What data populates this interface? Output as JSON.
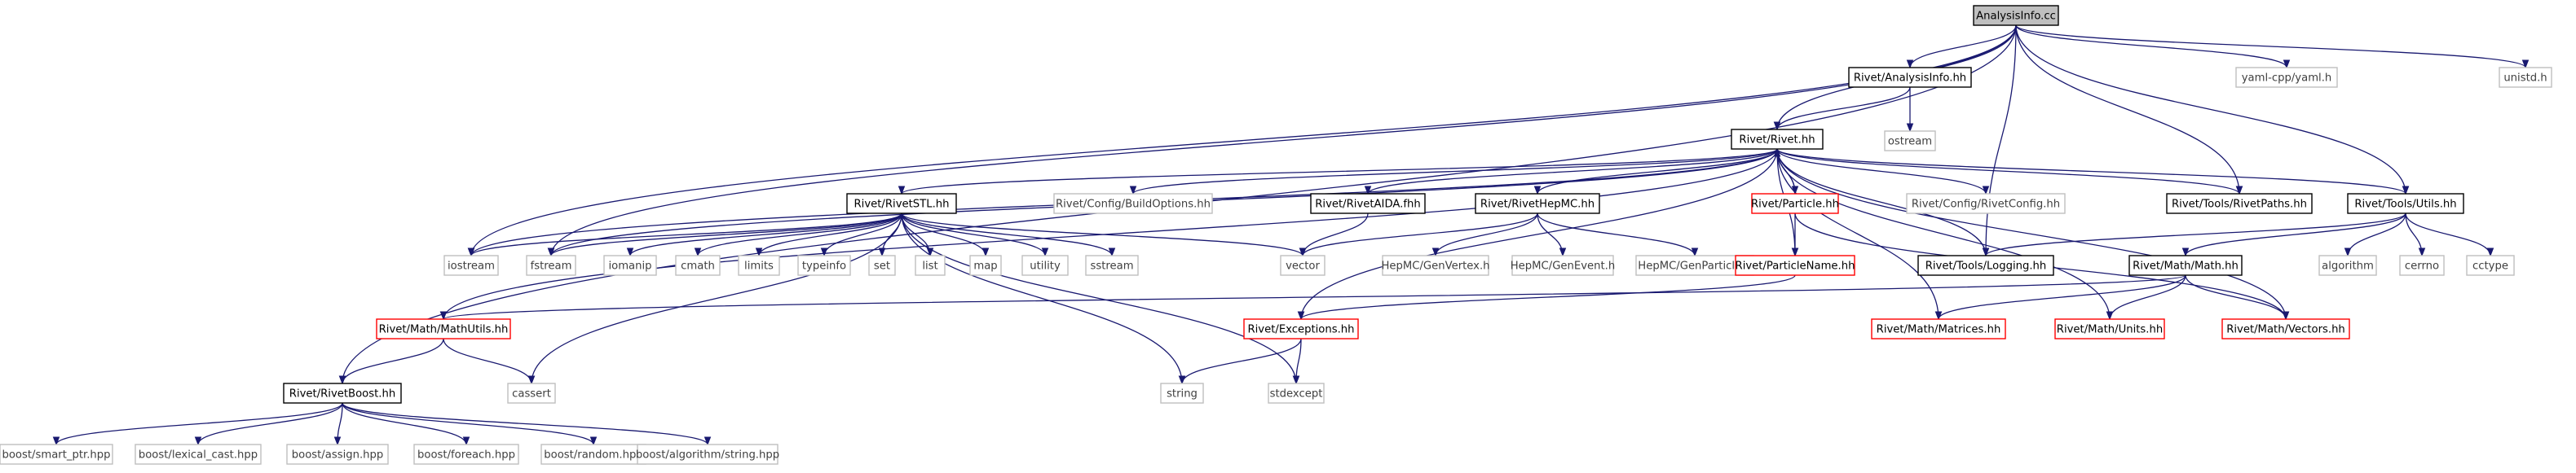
{
  "colors": {
    "edge": "#191970",
    "normal_border": "#000000",
    "external_border": "#bfbfbf",
    "external_text": "#3f3f3f",
    "missing_border": "#ff0000",
    "root_fill": "#bfbfbf"
  },
  "nodes": [
    {
      "id": "root",
      "label": "AnalysisInfo.cc",
      "style": "root"
    },
    {
      "id": "analysisinfo_hh",
      "label": "Rivet/AnalysisInfo.hh",
      "style": "normal"
    },
    {
      "id": "yamlcpp",
      "label": "yaml-cpp/yaml.h",
      "style": "ext"
    },
    {
      "id": "unistd",
      "label": "unistd.h",
      "style": "ext"
    },
    {
      "id": "ostream",
      "label": "ostream",
      "style": "ext"
    },
    {
      "id": "rivet_hh",
      "label": "Rivet/Rivet.hh",
      "style": "normal"
    },
    {
      "id": "riveststl",
      "label": "Rivet/RivetSTL.hh",
      "style": "normal"
    },
    {
      "id": "buildopts",
      "label": "Rivet/Config/BuildOptions.hh",
      "style": "ext"
    },
    {
      "id": "rivetaida",
      "label": "Rivet/RivetAIDA.fhh",
      "style": "normal"
    },
    {
      "id": "rivethepmc",
      "label": "Rivet/RivetHepMC.hh",
      "style": "normal"
    },
    {
      "id": "particle",
      "label": "Rivet/Particle.hh",
      "style": "red"
    },
    {
      "id": "rivetconfig",
      "label": "Rivet/Config/RivetConfig.hh",
      "style": "ext"
    },
    {
      "id": "rivetpaths",
      "label": "Rivet/Tools/RivetPaths.hh",
      "style": "normal"
    },
    {
      "id": "utils",
      "label": "Rivet/Tools/Utils.hh",
      "style": "normal"
    },
    {
      "id": "iostream",
      "label": "iostream",
      "style": "ext"
    },
    {
      "id": "fstream",
      "label": "fstream",
      "style": "ext"
    },
    {
      "id": "iomanip",
      "label": "iomanip",
      "style": "ext"
    },
    {
      "id": "cmath",
      "label": "cmath",
      "style": "ext"
    },
    {
      "id": "limits",
      "label": "limits",
      "style": "ext"
    },
    {
      "id": "typeinfo",
      "label": "typeinfo",
      "style": "ext"
    },
    {
      "id": "set",
      "label": "set",
      "style": "ext"
    },
    {
      "id": "list",
      "label": "list",
      "style": "ext"
    },
    {
      "id": "map",
      "label": "map",
      "style": "ext"
    },
    {
      "id": "utility",
      "label": "utility",
      "style": "ext"
    },
    {
      "id": "sstream",
      "label": "sstream",
      "style": "ext"
    },
    {
      "id": "vector",
      "label": "vector",
      "style": "ext"
    },
    {
      "id": "genvertex",
      "label": "HepMC/GenVertex.h",
      "style": "ext"
    },
    {
      "id": "genevent",
      "label": "HepMC/GenEvent.h",
      "style": "ext"
    },
    {
      "id": "genparticle",
      "label": "HepMC/GenParticle.h",
      "style": "ext"
    },
    {
      "id": "particlename",
      "label": "Rivet/ParticleName.hh",
      "style": "red"
    },
    {
      "id": "logging",
      "label": "Rivet/Tools/Logging.hh",
      "style": "normal"
    },
    {
      "id": "algorithm",
      "label": "algorithm",
      "style": "ext"
    },
    {
      "id": "cerrno",
      "label": "cerrno",
      "style": "ext"
    },
    {
      "id": "cctype",
      "label": "cctype",
      "style": "ext"
    },
    {
      "id": "mathutils",
      "label": "Rivet/Math/MathUtils.hh",
      "style": "red"
    },
    {
      "id": "cassert",
      "label": "cassert",
      "style": "ext"
    },
    {
      "id": "exceptions",
      "label": "Rivet/Exceptions.hh",
      "style": "red"
    },
    {
      "id": "string",
      "label": "string",
      "style": "ext"
    },
    {
      "id": "stdexcept",
      "label": "stdexcept",
      "style": "ext"
    },
    {
      "id": "mathhh",
      "label": "Rivet/Math/Math.hh",
      "style": "normal"
    },
    {
      "id": "matrices",
      "label": "Rivet/Math/Matrices.hh",
      "style": "red"
    },
    {
      "id": "units",
      "label": "Rivet/Math/Units.hh",
      "style": "red"
    },
    {
      "id": "vectors",
      "label": "Rivet/Math/Vectors.hh",
      "style": "red"
    },
    {
      "id": "rivetboost",
      "label": "Rivet/RivetBoost.hh",
      "style": "normal"
    },
    {
      "id": "smartptr",
      "label": "boost/smart_ptr.hpp",
      "style": "ext"
    },
    {
      "id": "lexcast",
      "label": "boost/lexical_cast.hpp",
      "style": "ext"
    },
    {
      "id": "assign",
      "label": "boost/assign.hpp",
      "style": "ext"
    },
    {
      "id": "foreach",
      "label": "boost/foreach.hpp",
      "style": "ext"
    },
    {
      "id": "random",
      "label": "boost/random.hpp",
      "style": "ext"
    },
    {
      "id": "algostring",
      "label": "boost/algorithm/string.hpp",
      "style": "ext"
    }
  ],
  "edges": [
    [
      "root",
      "analysisinfo_hh"
    ],
    [
      "root",
      "yamlcpp"
    ],
    [
      "root",
      "unistd"
    ],
    [
      "root",
      "rivet_hh"
    ],
    [
      "root",
      "rivetpaths"
    ],
    [
      "root",
      "utils"
    ],
    [
      "root",
      "logging"
    ],
    [
      "root",
      "rivetboost"
    ],
    [
      "root",
      "iostream"
    ],
    [
      "root",
      "fstream"
    ],
    [
      "analysisinfo_hh",
      "rivet_hh"
    ],
    [
      "analysisinfo_hh",
      "ostream"
    ],
    [
      "rivet_hh",
      "riveststl"
    ],
    [
      "rivet_hh",
      "buildopts"
    ],
    [
      "rivet_hh",
      "rivetaida"
    ],
    [
      "rivet_hh",
      "rivethepmc"
    ],
    [
      "rivet_hh",
      "particle"
    ],
    [
      "rivet_hh",
      "rivetconfig"
    ],
    [
      "rivet_hh",
      "rivetpaths"
    ],
    [
      "rivet_hh",
      "utils"
    ],
    [
      "rivet_hh",
      "exceptions"
    ],
    [
      "rivet_hh",
      "particlename"
    ],
    [
      "rivet_hh",
      "mathutils"
    ],
    [
      "rivet_hh",
      "matrices"
    ],
    [
      "rivet_hh",
      "units"
    ],
    [
      "rivet_hh",
      "vectors"
    ],
    [
      "rivet_hh",
      "iostream"
    ],
    [
      "rivet_hh",
      "fstream"
    ],
    [
      "riveststl",
      "iostream"
    ],
    [
      "riveststl",
      "fstream"
    ],
    [
      "riveststl",
      "iomanip"
    ],
    [
      "riveststl",
      "cmath"
    ],
    [
      "riveststl",
      "limits"
    ],
    [
      "riveststl",
      "typeinfo"
    ],
    [
      "riveststl",
      "set"
    ],
    [
      "riveststl",
      "list"
    ],
    [
      "riveststl",
      "map"
    ],
    [
      "riveststl",
      "utility"
    ],
    [
      "riveststl",
      "sstream"
    ],
    [
      "riveststl",
      "vector"
    ],
    [
      "riveststl",
      "string"
    ],
    [
      "riveststl",
      "stdexcept"
    ],
    [
      "riveststl",
      "cassert"
    ],
    [
      "rivetaida",
      "vector"
    ],
    [
      "rivethepmc",
      "vector"
    ],
    [
      "rivethepmc",
      "genvertex"
    ],
    [
      "rivethepmc",
      "genevent"
    ],
    [
      "rivethepmc",
      "genparticle"
    ],
    [
      "particle",
      "rivet_hh"
    ],
    [
      "particle",
      "particlename"
    ],
    [
      "particle",
      "vectors"
    ],
    [
      "particlename",
      "exceptions"
    ],
    [
      "logging",
      "rivet_hh"
    ],
    [
      "utils",
      "logging"
    ],
    [
      "utils",
      "algorithm"
    ],
    [
      "utils",
      "cerrno"
    ],
    [
      "utils",
      "cctype"
    ],
    [
      "utils",
      "mathhh"
    ],
    [
      "mathhh",
      "mathutils"
    ],
    [
      "mathhh",
      "matrices"
    ],
    [
      "mathhh",
      "units"
    ],
    [
      "mathhh",
      "vectors"
    ],
    [
      "mathutils",
      "rivetboost"
    ],
    [
      "mathutils",
      "cassert"
    ],
    [
      "exceptions",
      "string"
    ],
    [
      "exceptions",
      "stdexcept"
    ],
    [
      "rivetboost",
      "smartptr"
    ],
    [
      "rivetboost",
      "lexcast"
    ],
    [
      "rivetboost",
      "assign"
    ],
    [
      "rivetboost",
      "foreach"
    ],
    [
      "rivetboost",
      "random"
    ],
    [
      "rivetboost",
      "algostring"
    ]
  ]
}
